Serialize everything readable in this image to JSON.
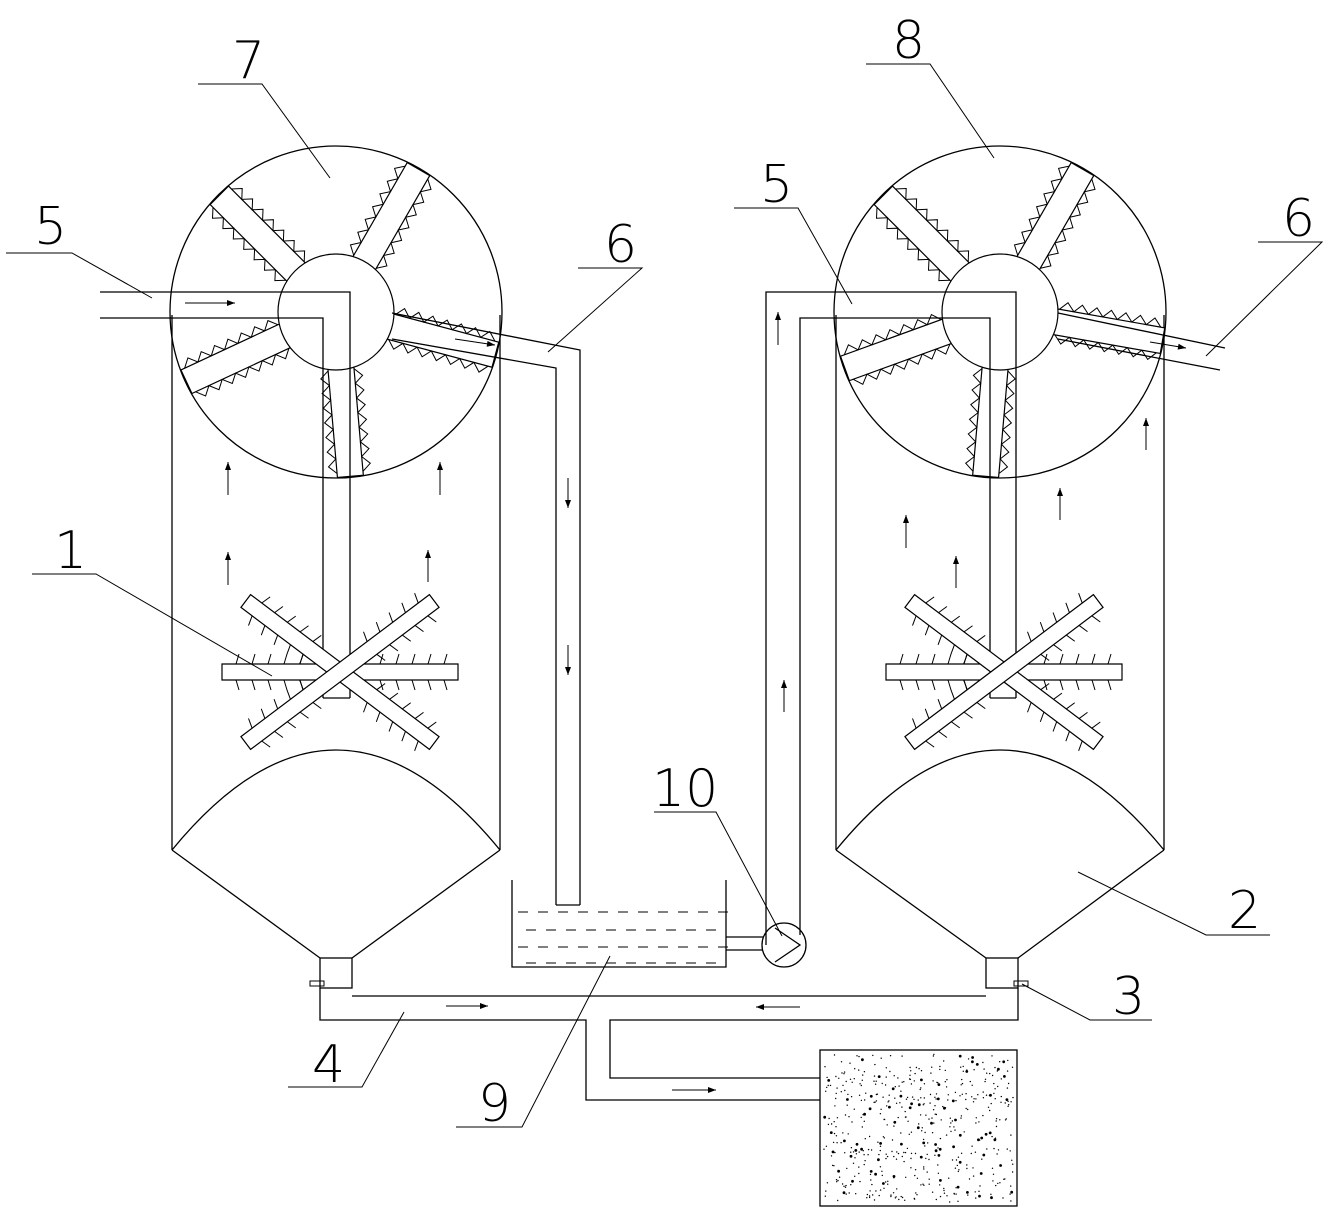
{
  "labels": {
    "l1": "1",
    "l2": "2",
    "l3": "3",
    "l4": "4",
    "l5_left": "5",
    "l5_right": "5",
    "l6_left": "6",
    "l6_right": "6",
    "l7": "7",
    "l8": "8",
    "l9": "9",
    "l10": "10"
  }
}
